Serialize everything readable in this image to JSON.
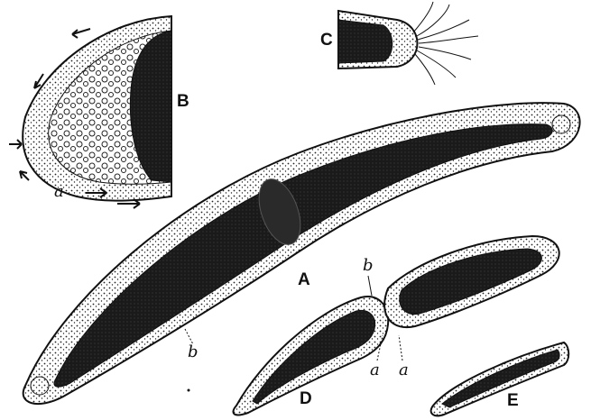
{
  "figure": {
    "panels": [
      {
        "id": "A",
        "label": "A",
        "description_label_b": "b"
      },
      {
        "id": "B",
        "label": "B",
        "inner_label": "a"
      },
      {
        "id": "C",
        "label": "C"
      },
      {
        "id": "D",
        "label": "D",
        "label_b": "b",
        "label_a_left": "a",
        "label_a_right": "a"
      },
      {
        "id": "E",
        "label": "E"
      }
    ],
    "colors": {
      "ink": "#111111",
      "paper": "#ffffff",
      "shade": "#1a1a1a"
    }
  }
}
